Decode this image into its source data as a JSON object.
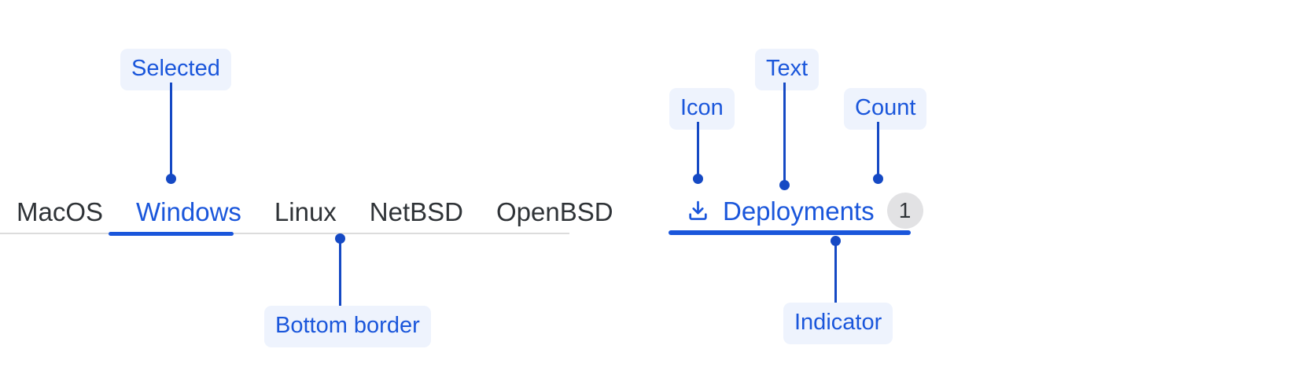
{
  "left_example": {
    "tabs": [
      {
        "label": "MacOS",
        "selected": false
      },
      {
        "label": "Windows",
        "selected": true
      },
      {
        "label": "Linux",
        "selected": false
      },
      {
        "label": "NetBSD",
        "selected": false
      },
      {
        "label": "OpenBSD",
        "selected": false
      }
    ],
    "annotations": [
      {
        "label": "Selected"
      },
      {
        "label": "Bottom border"
      }
    ]
  },
  "right_example": {
    "tab": {
      "icon": "download-icon",
      "text": "Deployments",
      "count": "1"
    },
    "annotations": [
      {
        "label": "Icon"
      },
      {
        "label": "Text"
      },
      {
        "label": "Count"
      },
      {
        "label": "Indicator"
      }
    ]
  },
  "colors": {
    "accent": "#1a56db",
    "leader": "#1549c4",
    "callout_bg": "#eef3fd",
    "tab_text": "#2f3337",
    "divider": "#dcdcdc",
    "badge_bg": "#e2e2e4",
    "page_bg": "#ffffff"
  }
}
